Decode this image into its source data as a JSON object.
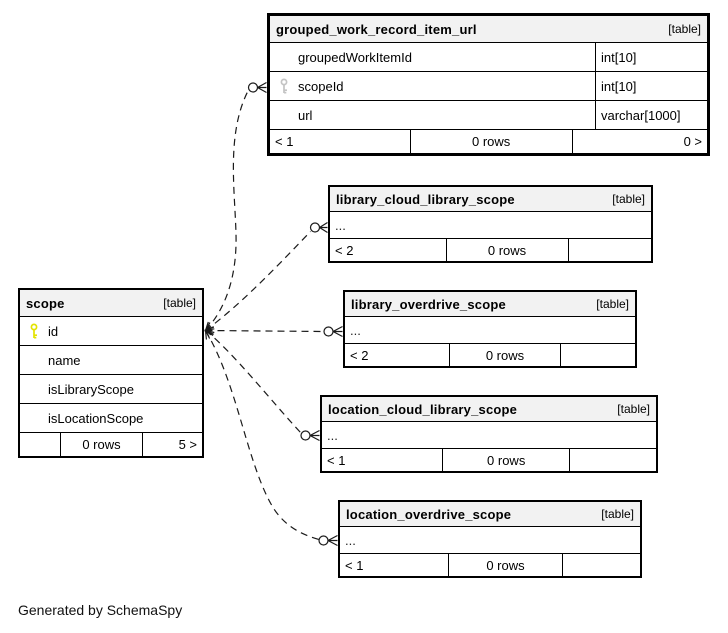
{
  "diagram": {
    "generator_note": "Generated by SchemaSpy"
  },
  "colors": {
    "primary_key_icon": "#e3e300",
    "foreign_key_icon": "#c4c4c4",
    "table_header_bg": "#f2f2f2",
    "border": "#000000",
    "edge": "#1a1a1a"
  },
  "tables": {
    "grouped_work_record_item_url": {
      "name": "grouped_work_record_item_url",
      "tag": "[table]",
      "columns": [
        {
          "name": "groupedWorkItemId",
          "type": "int[10]"
        },
        {
          "name": "scopeId",
          "type": "int[10]",
          "key": "foreign"
        },
        {
          "name": "url",
          "type": "varchar[1000]"
        }
      ],
      "footer": {
        "left": "< 1",
        "center": "0 rows",
        "right": "0 >"
      }
    },
    "scope": {
      "name": "scope",
      "tag": "[table]",
      "columns": [
        {
          "name": "id",
          "key": "primary"
        },
        {
          "name": "name"
        },
        {
          "name": "isLibraryScope"
        },
        {
          "name": "isLocationScope"
        }
      ],
      "footer": {
        "left": "",
        "center": "0 rows",
        "right": "5 >"
      }
    },
    "library_cloud_library_scope": {
      "name": "library_cloud_library_scope",
      "tag": "[table]",
      "ellipsis": "...",
      "footer": {
        "left": "< 2",
        "center": "0 rows",
        "right": ""
      }
    },
    "library_overdrive_scope": {
      "name": "library_overdrive_scope",
      "tag": "[table]",
      "ellipsis": "...",
      "footer": {
        "left": "< 2",
        "center": "0 rows",
        "right": ""
      }
    },
    "location_cloud_library_scope": {
      "name": "location_cloud_library_scope",
      "tag": "[table]",
      "ellipsis": "...",
      "footer": {
        "left": "< 1",
        "center": "0 rows",
        "right": ""
      }
    },
    "location_overdrive_scope": {
      "name": "location_overdrive_scope",
      "tag": "[table]",
      "ellipsis": "...",
      "footer": {
        "left": "< 1",
        "center": "0 rows",
        "right": ""
      }
    }
  },
  "relationships": [
    {
      "parent": "scope.id",
      "child": "grouped_work_record_item_url.scopeId",
      "style": "dashed"
    },
    {
      "parent": "scope.id",
      "child": "library_cloud_library_scope",
      "style": "dashed"
    },
    {
      "parent": "scope.id",
      "child": "library_overdrive_scope",
      "style": "dashed"
    },
    {
      "parent": "scope.id",
      "child": "location_cloud_library_scope",
      "style": "dashed"
    },
    {
      "parent": "scope.id",
      "child": "location_overdrive_scope",
      "style": "dashed"
    }
  ]
}
